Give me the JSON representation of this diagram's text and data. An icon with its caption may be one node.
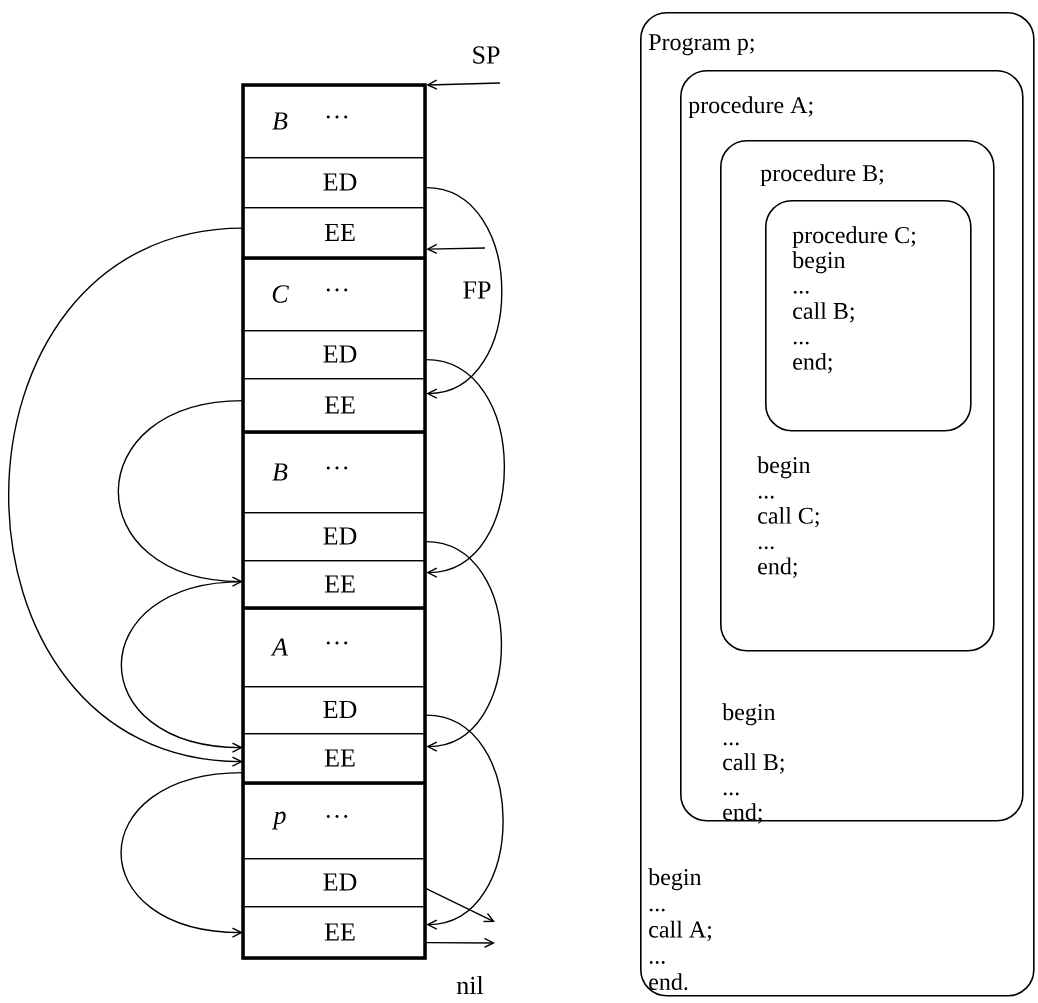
{
  "diagram": {
    "nodes": [
      {
        "text": [
          "B",
          "…"
        ]
      },
      {
        "text": [
          "ED"
        ]
      },
      {
        "text": [
          "EE"
        ]
      },
      {
        "text": [
          "C",
          "…"
        ]
      },
      {
        "text": [
          "ED"
        ]
      },
      {
        "text": [
          "EE"
        ]
      },
      {
        "text": [
          "B",
          "…"
        ]
      },
      {
        "text": [
          "ED"
        ]
      },
      {
        "text": [
          "EE"
        ]
      },
      {
        "text": [
          "A",
          "…"
        ]
      },
      {
        "text": [
          "ED"
        ]
      },
      {
        "text": [
          "EE"
        ]
      },
      {
        "text": [
          "p",
          "…"
        ]
      },
      {
        "text": [
          "ED"
        ]
      },
      {
        "text": [
          "EE"
        ]
      },
      {
        "text": [
          "Program p;",
          "begin",
          "...",
          "call A;",
          "...",
          "end."
        ]
      },
      {
        "text": [
          "procedure A;",
          "begin",
          "...",
          "call B;",
          "...",
          "end;"
        ],
        "in": 15
      },
      {
        "text": [
          "procedure B;",
          "begin",
          "...",
          "call C;",
          "...",
          "end;"
        ],
        "in": 16
      },
      {
        "text": [
          "procedure C;",
          "begin",
          "...",
          "call B;",
          "...",
          "end;"
        ],
        "in": 17
      }
    ],
    "edges": [
      {
        "from": null,
        "to": 0,
        "arrow": "to"
      },
      {
        "from": null,
        "to": 2,
        "arrow": "to"
      },
      {
        "from": 1,
        "to": 5,
        "arrow": "to"
      },
      {
        "from": 4,
        "to": 8,
        "arrow": "to"
      },
      {
        "from": 7,
        "to": 11,
        "arrow": "to"
      },
      {
        "from": 10,
        "to": 14,
        "arrow": "to"
      },
      {
        "from": 13,
        "to": null,
        "arrow": "to"
      },
      {
        "from": 14,
        "to": null,
        "arrow": "to"
      },
      {
        "from": 2,
        "to": 11,
        "arrow": "to"
      },
      {
        "from": 5,
        "to": 8,
        "arrow": "to"
      },
      {
        "from": 8,
        "to": 11,
        "arrow": "to"
      },
      {
        "from": 11,
        "to": 14,
        "arrow": "to"
      }
    ],
    "labels": [
      "SP",
      "FP",
      "nil"
    ]
  }
}
